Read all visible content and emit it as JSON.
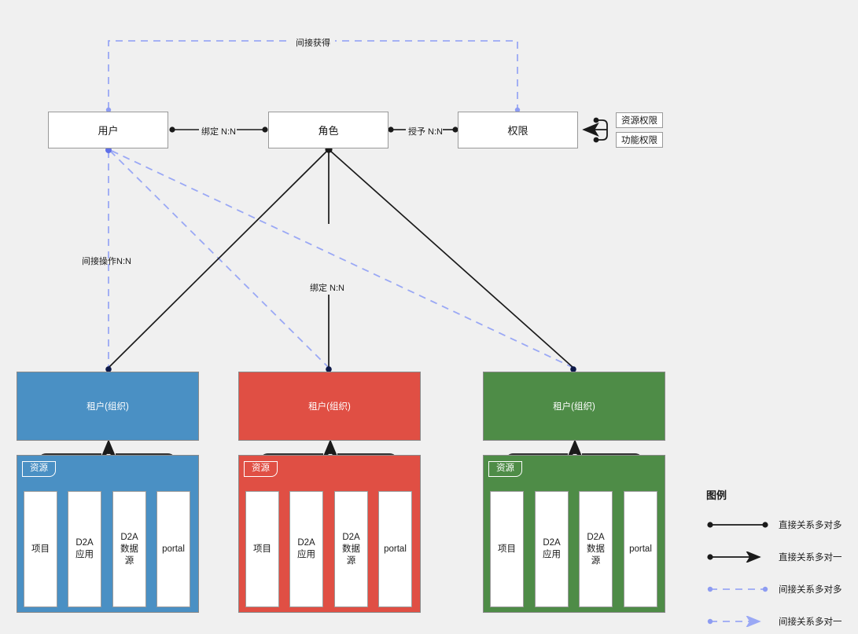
{
  "diagram": {
    "background_color": "#f0f0f0",
    "entities": [
      {
        "id": "user",
        "label": "用户"
      },
      {
        "id": "role",
        "label": "角色"
      },
      {
        "id": "permission",
        "label": "权限"
      }
    ],
    "permission_subtypes": [
      {
        "id": "resource-permission",
        "label": "资源权限"
      },
      {
        "id": "function-permission",
        "label": "功能权限"
      }
    ],
    "edge_labels": {
      "user_role": "绑定 N:N",
      "role_permission": "授予 N:N",
      "user_permission_indirect": "间接获得",
      "user_tenant_indirect": "间接操作N:N",
      "role_tenant": "绑定 N:N"
    },
    "tenants": [
      {
        "id": "tenant-blue",
        "label": "租户(组织)",
        "color": "#4a90c4",
        "resource_label": "资源",
        "resources": [
          "项目",
          "D2A应用",
          "D2A数据源",
          "portal"
        ]
      },
      {
        "id": "tenant-red",
        "label": "租户(组织)",
        "color": "#e04f44",
        "resource_label": "资源",
        "resources": [
          "项目",
          "D2A应用",
          "D2A数据源",
          "portal"
        ]
      },
      {
        "id": "tenant-green",
        "label": "租户(组织)",
        "color": "#4e8c47",
        "resource_label": "资源",
        "resources": [
          "项目",
          "D2A应用",
          "D2A数据源",
          "portal"
        ]
      }
    ],
    "colors": {
      "solid_edge": "#1a1a1a",
      "dashed_edge": "#9aa8f5",
      "node_border": "#999999",
      "node_fill": "#ffffff"
    },
    "legend": {
      "title": "图例",
      "items": [
        {
          "id": "direct-many-to-many",
          "label": "直接关系多对多",
          "style": "solid",
          "start": "dot",
          "end": "dot",
          "color": "#1a1a1a"
        },
        {
          "id": "direct-many-to-one",
          "label": "直接关系多对一",
          "style": "solid",
          "start": "dot",
          "end": "arrow",
          "color": "#1a1a1a"
        },
        {
          "id": "indirect-many-to-many",
          "label": "间接关系多对多",
          "style": "dashed",
          "start": "dot",
          "end": "dot",
          "color": "#9aa8f5"
        },
        {
          "id": "indirect-many-to-one",
          "label": "间接关系多对一",
          "style": "dashed",
          "start": "dot",
          "end": "arrow",
          "color": "#9aa8f5"
        }
      ]
    }
  }
}
